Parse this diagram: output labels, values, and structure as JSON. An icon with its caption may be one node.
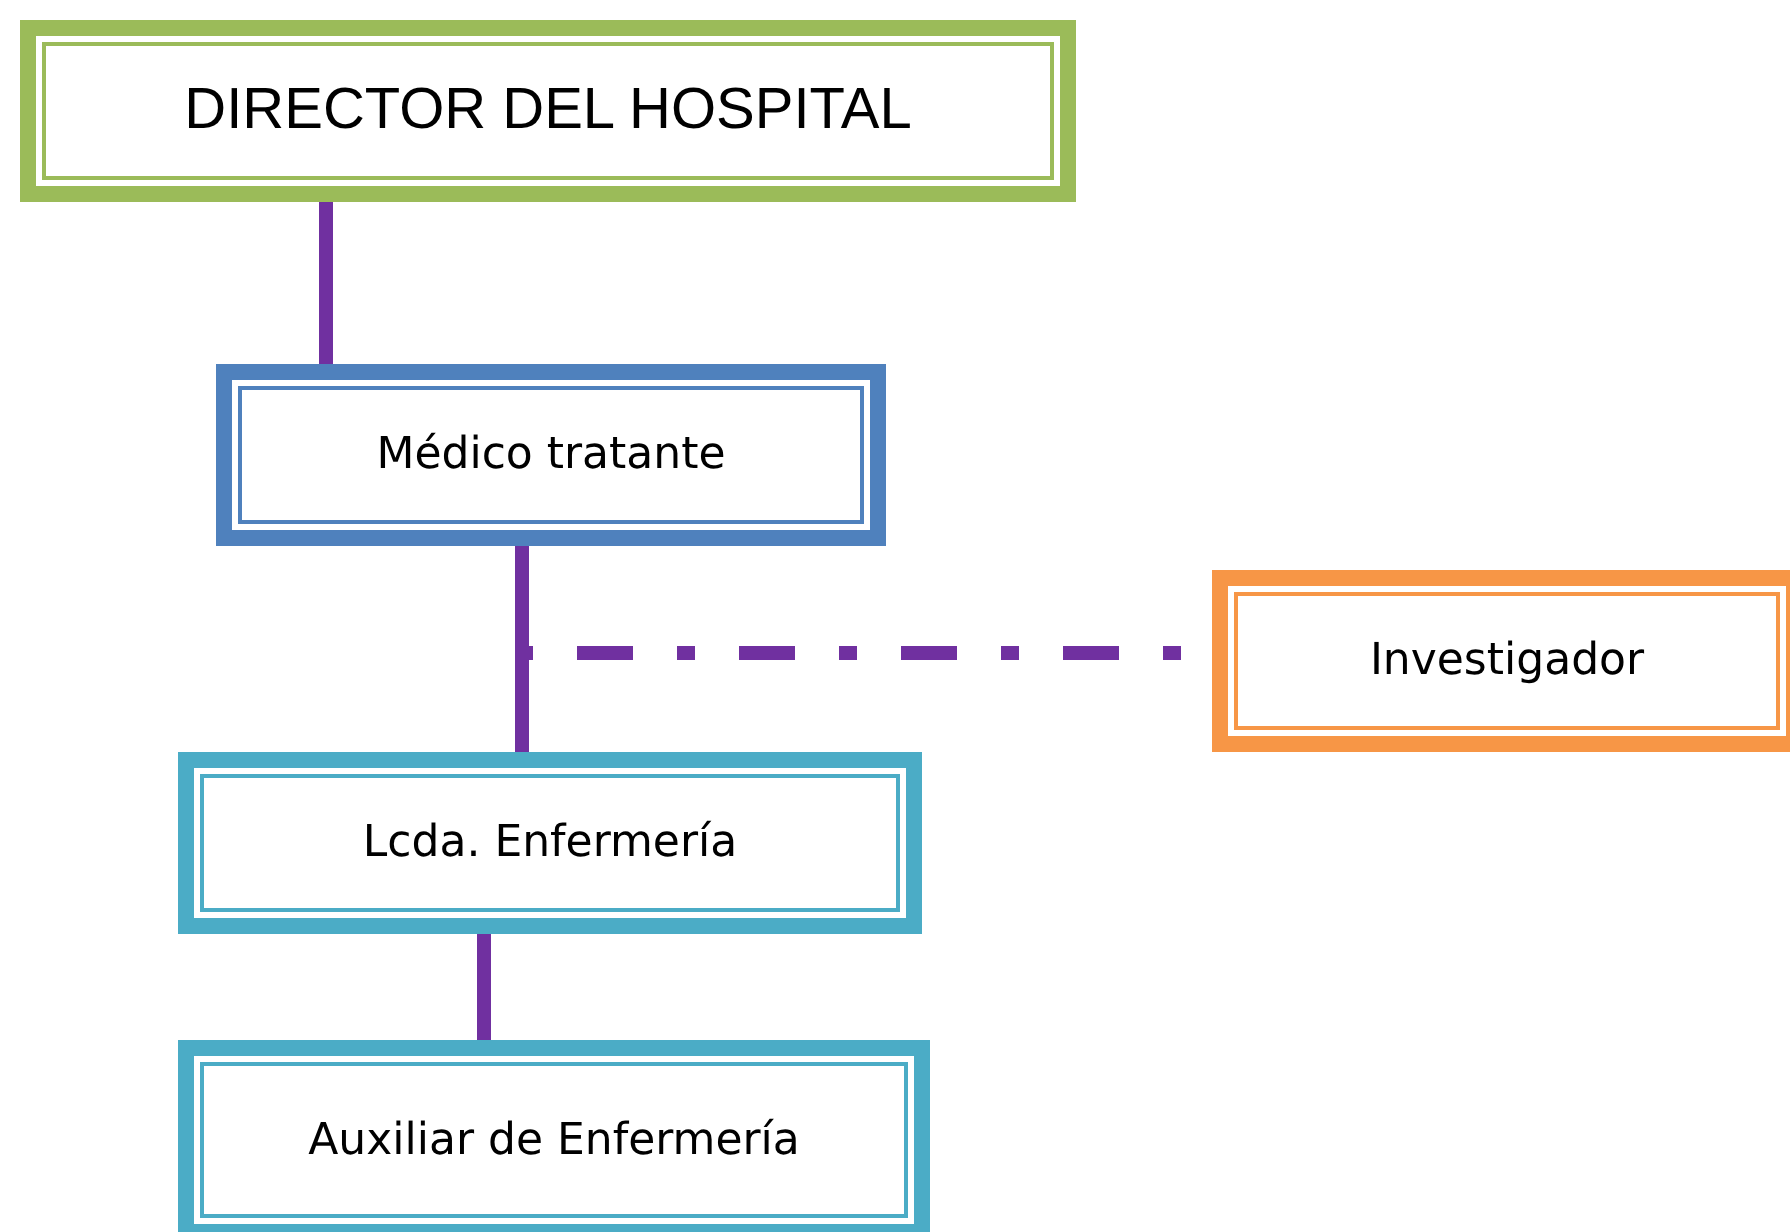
{
  "diagram": {
    "nodes": [
      {
        "text": [
          "DIRECTOR DEL HOSPITAL"
        ]
      },
      {
        "text": [
          "Médico tratante"
        ]
      },
      {
        "text": [
          "Investigador"
        ]
      },
      {
        "text": [
          "Lcda. Enfermería"
        ]
      },
      {
        "text": [
          "Auxiliar de Enfermería"
        ]
      }
    ],
    "edges": [
      {
        "from": 0,
        "to": 1,
        "arrow": "none"
      },
      {
        "from": 1,
        "to": 2,
        "arrow": "none",
        "style": "dashed"
      },
      {
        "from": 1,
        "to": 3,
        "arrow": "none"
      },
      {
        "from": 3,
        "to": 4,
        "arrow": "none"
      }
    ]
  }
}
